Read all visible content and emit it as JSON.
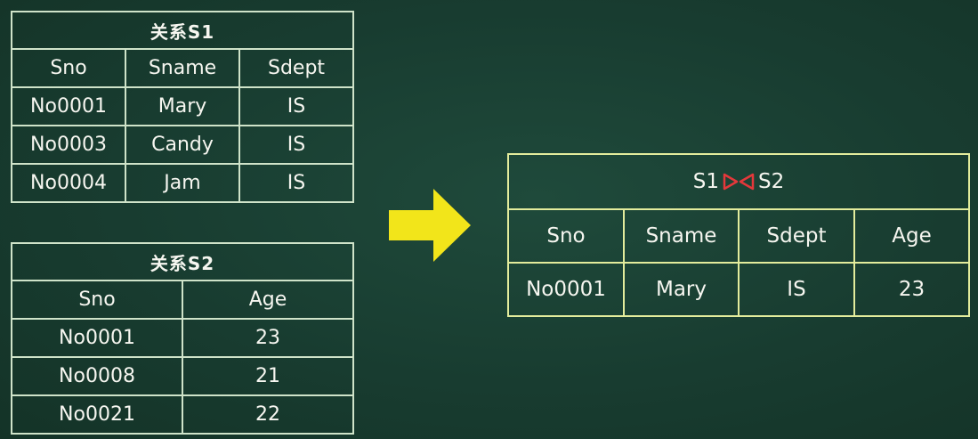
{
  "relation_s1": {
    "title": "关系S1",
    "headers": [
      "Sno",
      "Sname",
      "Sdept"
    ],
    "rows": [
      [
        "No0001",
        "Mary",
        "IS"
      ],
      [
        "No0003",
        "Candy",
        "IS"
      ],
      [
        "No0004",
        "Jam",
        "IS"
      ]
    ]
  },
  "relation_s2": {
    "title": "关系S2",
    "headers": [
      "Sno",
      "Age"
    ],
    "rows": [
      [
        "No0001",
        "23"
      ],
      [
        "No0008",
        "21"
      ],
      [
        "No0021",
        "22"
      ]
    ]
  },
  "result": {
    "left_operand": "S1",
    "right_operand": "S2",
    "operator_icon": "natural-join-icon",
    "headers": [
      "Sno",
      "Sname",
      "Sdept",
      "Age"
    ],
    "rows": [
      [
        "No0001",
        "Mary",
        "IS",
        "23"
      ]
    ]
  },
  "colors": {
    "board": "#183c30",
    "s_table_border": "#cfe3c9",
    "result_border": "#e3ec9c",
    "arrow": "#f2e51a",
    "join_symbol": "#e5383b"
  },
  "arrow_icon": "right-arrow-icon"
}
